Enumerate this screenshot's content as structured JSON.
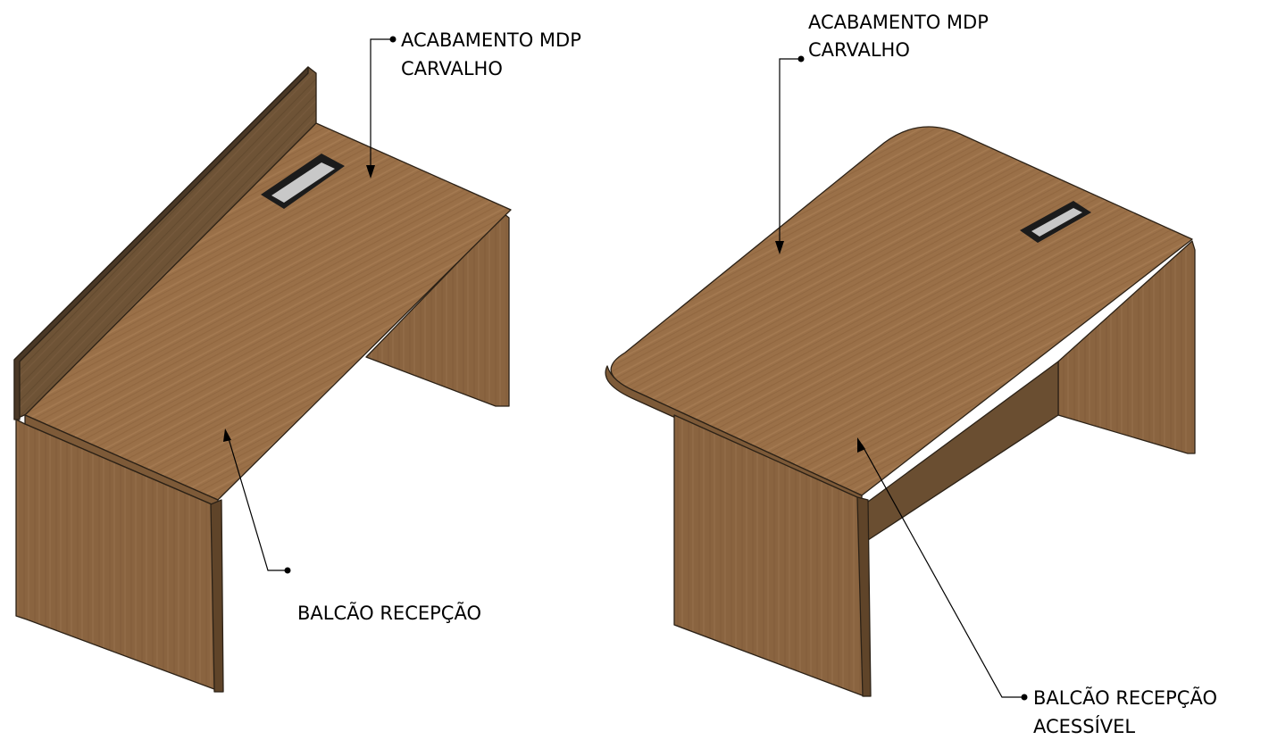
{
  "colors": {
    "wood_top": "#9a7048",
    "wood_top_light": "#a97d53",
    "wood_side": "#8a6440",
    "wood_side_dark": "#6e4f30",
    "wood_back": "#5b4631",
    "edge": "#2b2116",
    "grommet_frame": "#1b1b1b",
    "grommet_inner": "#c8c8c8"
  },
  "left_piece": {
    "finish_label": [
      "ACABAMENTO MDP",
      "CARVALHO"
    ],
    "name_label": "BALCÃO RECEPÇÃO"
  },
  "right_piece": {
    "finish_label": [
      "ACABAMENTO MDP",
      "CARVALHO"
    ],
    "name_label": [
      "BALCÃO RECEPÇÃO",
      "ACESSÍVEL"
    ]
  }
}
